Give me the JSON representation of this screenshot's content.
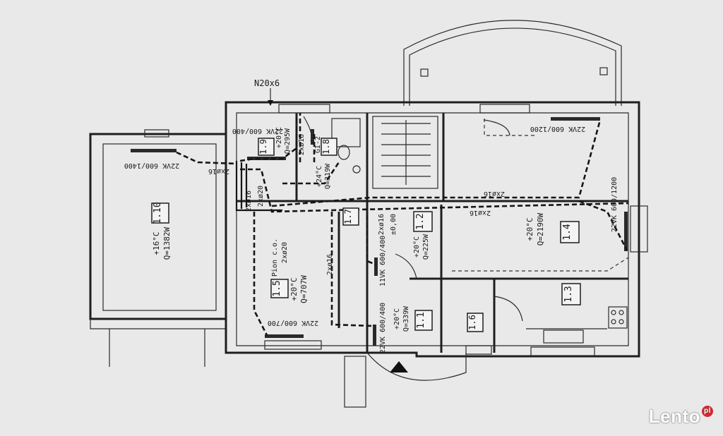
{
  "rooms": [
    {
      "id": "1.10",
      "label": "1.10",
      "temp": "+16°C",
      "q": "Q=1382W"
    },
    {
      "id": "1.9",
      "label": "1.9",
      "temp": "+20°C",
      "q": "Q=295W"
    },
    {
      "id": "1.8",
      "label": "1.8",
      "temp": "+24°C",
      "q": "Q=319W"
    },
    {
      "id": "1.7",
      "label": "1.7"
    },
    {
      "id": "1.5",
      "label": "1.5",
      "temp": "+20°C",
      "q": "Q=707W"
    },
    {
      "id": "1.2",
      "label": "1.2",
      "temp": "+20°C",
      "q": "Q=225W"
    },
    {
      "id": "1.1",
      "label": "1.1",
      "temp": "+20°C",
      "q": "Q=339W"
    },
    {
      "id": "1.6",
      "label": "1.6"
    },
    {
      "id": "1.4",
      "label": "1.4",
      "temp": "+20°C",
      "q": "Q=2190W"
    },
    {
      "id": "1.3",
      "label": "1.3"
    }
  ],
  "radiators": {
    "r110": "22VK 600/1400",
    "r19": "22VK 600/400",
    "r14a": "22VK 600/1200",
    "r14b": "22VK 600/1200",
    "r15": "22VK 600/700",
    "r12": "11VK 600/400",
    "r11": "22VK 600/400"
  },
  "pipes": {
    "p1": "2xø16",
    "p2": "2xø16",
    "p3": "2xø16",
    "p4": "2xø16",
    "p5": "2xø20",
    "p6": "2xø16",
    "p7": "2xø16",
    "p8": "2xø16",
    "p9": "2xø16",
    "p10": "2xø16"
  },
  "labels": {
    "riser": "Pion c.o.",
    "riser_size": "2xø20",
    "gi2": "GI-2",
    "n20": "N20x6",
    "level": "±0,00"
  },
  "watermark": {
    "brand": "Lento",
    "suffix": "pl"
  }
}
